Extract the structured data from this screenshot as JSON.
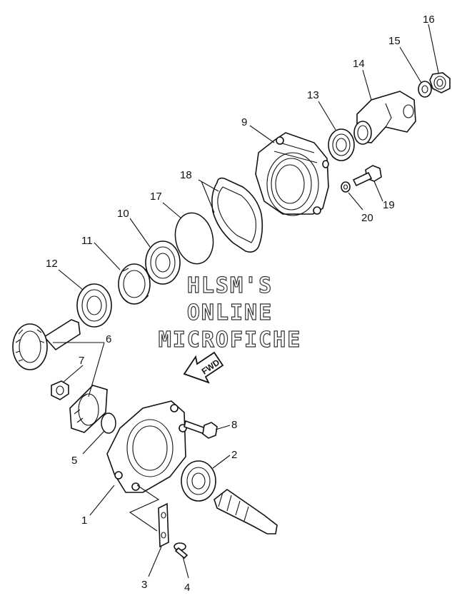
{
  "watermark": {
    "line1": "HLSM'S",
    "line2": "ONLINE",
    "line3": "MICROFICHE"
  },
  "direction_arrow": {
    "label": "FWD"
  },
  "callouts": [
    {
      "id": "1",
      "label": "1"
    },
    {
      "id": "2",
      "label": "2"
    },
    {
      "id": "3",
      "label": "3"
    },
    {
      "id": "4",
      "label": "4"
    },
    {
      "id": "5",
      "label": "5"
    },
    {
      "id": "6",
      "label": "6"
    },
    {
      "id": "7",
      "label": "7"
    },
    {
      "id": "8",
      "label": "8"
    },
    {
      "id": "9",
      "label": "9"
    },
    {
      "id": "10",
      "label": "10"
    },
    {
      "id": "11",
      "label": "11"
    },
    {
      "id": "12",
      "label": "12"
    },
    {
      "id": "13",
      "label": "13"
    },
    {
      "id": "14",
      "label": "14"
    },
    {
      "id": "15",
      "label": "15"
    },
    {
      "id": "16",
      "label": "16"
    },
    {
      "id": "17",
      "label": "17"
    },
    {
      "id": "18",
      "label": "18"
    },
    {
      "id": "19",
      "label": "19"
    },
    {
      "id": "20",
      "label": "20"
    }
  ]
}
